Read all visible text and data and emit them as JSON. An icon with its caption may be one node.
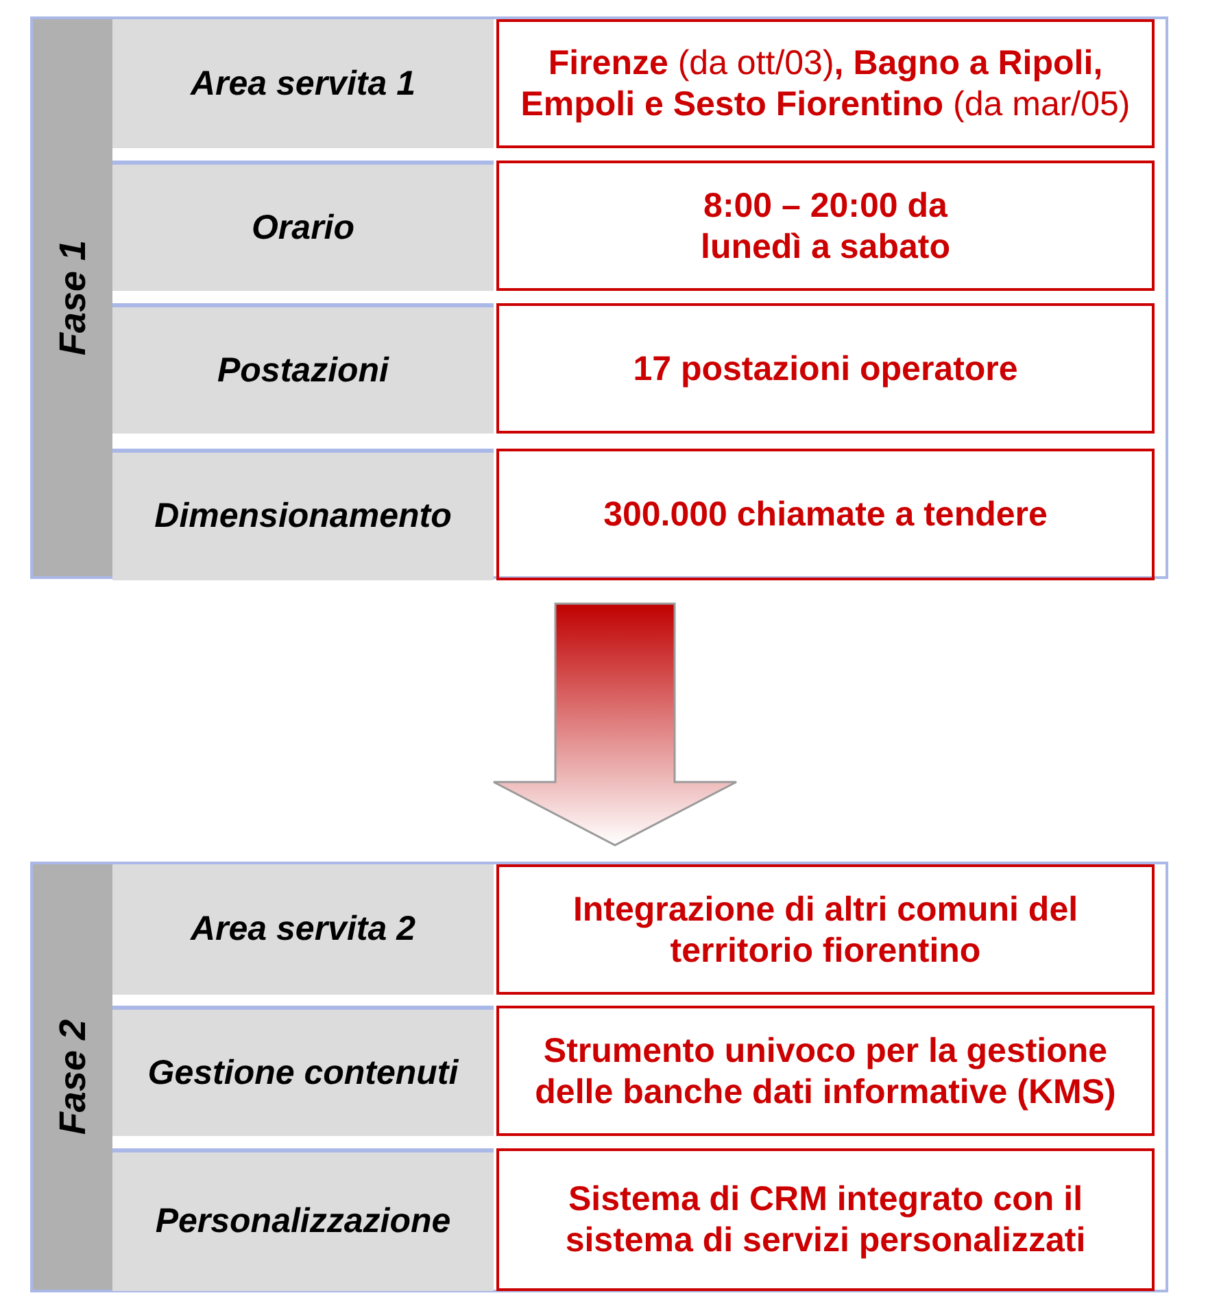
{
  "diagram": {
    "nodes": [
      {
        "text": [
          "Fase 1"
        ]
      },
      {
        "text": [
          "Area servita 1"
        ],
        "in": 0
      },
      {
        "text": [
          "**Firenze** (da ott/03)**, Bagno a Ripoli, Empoli e Sesto Fiorentino** (da mar/05)"
        ],
        "in": 0
      },
      {
        "text": [
          "Orario"
        ],
        "in": 0
      },
      {
        "text": [
          "8:00 – 20:00 da lunedì a sabato"
        ],
        "in": 0
      },
      {
        "text": [
          "Postazioni"
        ],
        "in": 0
      },
      {
        "text": [
          "17 postazioni operatore"
        ],
        "in": 0
      },
      {
        "text": [
          "Dimensionamento"
        ],
        "in": 0
      },
      {
        "text": [
          "300.000 chiamate a tendere"
        ],
        "in": 0
      },
      {
        "text": [
          "Fase 2"
        ]
      },
      {
        "text": [
          "Area servita 2"
        ],
        "in": 9
      },
      {
        "text": [
          "Integrazione di altri comuni del territorio fiorentino"
        ],
        "in": 9
      },
      {
        "text": [
          "Gestione contenuti"
        ],
        "in": 9
      },
      {
        "text": [
          "Strumento univoco per la gestione delle banche dati informative (KMS)"
        ],
        "in": 9
      },
      {
        "text": [
          "Personalizzazione"
        ],
        "in": 9
      },
      {
        "text": [
          "Sistema di CRM integrato con il sistema di servizi personalizzati"
        ],
        "in": 9
      }
    ],
    "edges": [
      {
        "from": 0,
        "to": 9,
        "arrow": "to"
      }
    ]
  }
}
